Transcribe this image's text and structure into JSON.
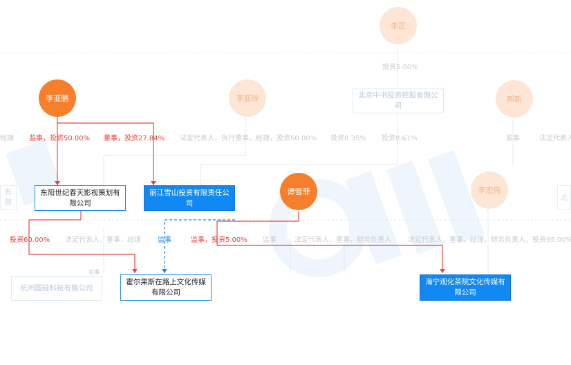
{
  "persons": {
    "li_yapeng": "李亚鹏",
    "tan_xuefei": "谭雪菲",
    "faded_top": "李正",
    "faded_mid": "李亚玲",
    "faded_right": "郝新",
    "faded_right2": "李宏伟"
  },
  "companies": {
    "dongyang": "东阳世纪春天影视策划有限公司",
    "lijiang": "丽江雪山投资有限责任公司",
    "huoerguosi": "霍尔果斯在路上文化传媒有限公司",
    "haining": "海宁观化茶院文化传媒有限公司",
    "beijing_zhongshu": "北京中书投资控股有限公司",
    "hangzhou": "杭州圆硅科技有限公司",
    "edge_left": "有限",
    "edge_right": "北"
  },
  "labels": {
    "li_to_dongyang": "监事，投资50.00%",
    "li_to_lijiang": "董事，投资27.84%",
    "dongyang_to_huoerguosi": "投资60.00%",
    "tan_to_huoerguosi": "监事",
    "tan_to_haining": "监事，投资5.00%",
    "f_invest_5": "投资5.00%",
    "f_manager_left": "经理",
    "f_legal_exec": "法定代表人，执行董事，经理，投资50.00%",
    "f_invest_35": "投资0.35%",
    "f_invest_061": "投资0.61%",
    "f_supervisor": "监事",
    "f_legal_edge": "法定代表人",
    "f_row2_legal": "法定代表人，董事，经理",
    "f_row2_sup": "监事",
    "f_row2_legal2": "法定代表人，董事，财务负责人",
    "f_row2_legal3": "法定代表人，董事，经理，财务负责人，投资95.00%",
    "f_small": "监事"
  },
  "colors": {
    "person": "#f57f2b",
    "company_blue": "#1188f2",
    "relation_red": "#e8453c",
    "relation_blue": "#1f86ee"
  }
}
